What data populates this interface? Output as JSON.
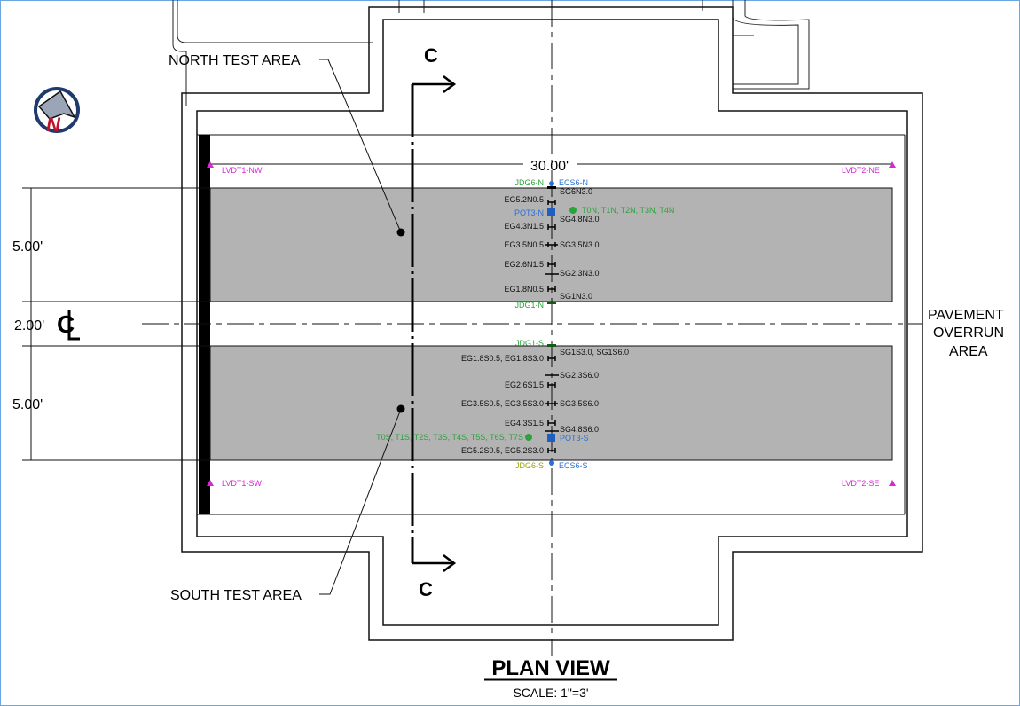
{
  "labels": {
    "north_test_area": "NORTH TEST AREA",
    "south_test_area": "SOUTH TEST AREA",
    "section_mark": "C",
    "width_dim": "30.00'",
    "dim_north": "5.00'",
    "dim_center": "2.00'",
    "dim_south": "5.00'",
    "centerline_symbol": "CL",
    "pavement": [
      "PAVEMENT",
      "OVERRUN",
      "AREA"
    ],
    "title": "PLAN VIEW",
    "scale": "SCALE: 1\"=3'",
    "compass_letter": "N"
  },
  "lvdt": {
    "nw": "LVDT1-NW",
    "ne": "LVDT2-NE",
    "sw": "LVDT1-SW",
    "se": "LVDT2-SE"
  },
  "north_gauges": {
    "jdg6": "JDG6-N",
    "ecs6": "ECS6-N",
    "sg6": "SG6N3.0",
    "eg52": "EG5.2N0.5",
    "pot3": "POT3-N",
    "thermo": "T0N, T1N, T2N, T3N, T4N",
    "sg48": "SG4.8N3.0",
    "eg43": "EG4.3N1.5",
    "eg35": "EG3.5N0.5",
    "sg35": "SG3.5N3.0",
    "eg26": "EG2.6N1.5",
    "sg23": "SG2.3N3.0",
    "eg18": "EG1.8N0.5",
    "sg1": "SG1N3.0",
    "jdg1": "JDG1-N"
  },
  "south_gauges": {
    "jdg1": "JDG1-S",
    "sg1": "SG1S3.0, SG1S6.0",
    "eg18": "EG1.8S0.5, EG1.8S3.0",
    "sg23": "SG2.3S6.0",
    "eg26": "EG2.6S1.5",
    "eg35": "EG3.5S0.5, EG3.5S3.0",
    "sg35": "SG3.5S6.0",
    "eg43": "EG4.3S1.5",
    "sg48": "SG4.8S6.0",
    "thermo": "T0S, T1S, T2S, T3S, T4S, T5S, T6S, T7S",
    "pot3": "POT3-S",
    "eg52": "EG5.2S0.5, EG5.2S3.0",
    "jdg6": "JDG6-S",
    "ecs6": "ECS6-S"
  },
  "colors": {
    "test_area": "#b3b3b3",
    "strain_green": "#2aa33a",
    "blue": "#2a6fd6",
    "lvdt": "#d42ad4",
    "compass": "#1e3a6e"
  }
}
